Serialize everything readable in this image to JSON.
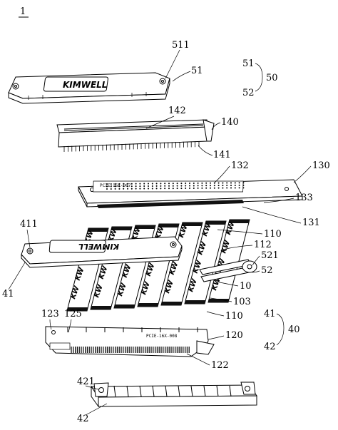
{
  "figure_number": "1",
  "brand": {
    "top_bracket": "KIMWELL",
    "lower_bracket": "KIMWELL",
    "flex_label": "KW"
  },
  "pcb": {
    "upper_code": "PCIE-16X-007",
    "lower_code": "PCIE-16X-008"
  },
  "labels": {
    "l511": "511",
    "l51": "51",
    "l51b": "51",
    "l50": "50",
    "l52b": "52",
    "l142": "142",
    "l140": "140",
    "l141": "141",
    "l132": "132",
    "l130": "130",
    "l133": "133",
    "l131": "131",
    "l411": "411",
    "l110a": "110",
    "l112": "112",
    "l521": "521",
    "l52": "52",
    "l41": "41",
    "l10": "10",
    "l103": "103",
    "l110b": "110",
    "l41b": "41",
    "l40": "40",
    "l42b": "42",
    "l123": "123",
    "l125": "125",
    "l120": "120",
    "l122": "122",
    "l421": "421",
    "l42": "42"
  }
}
